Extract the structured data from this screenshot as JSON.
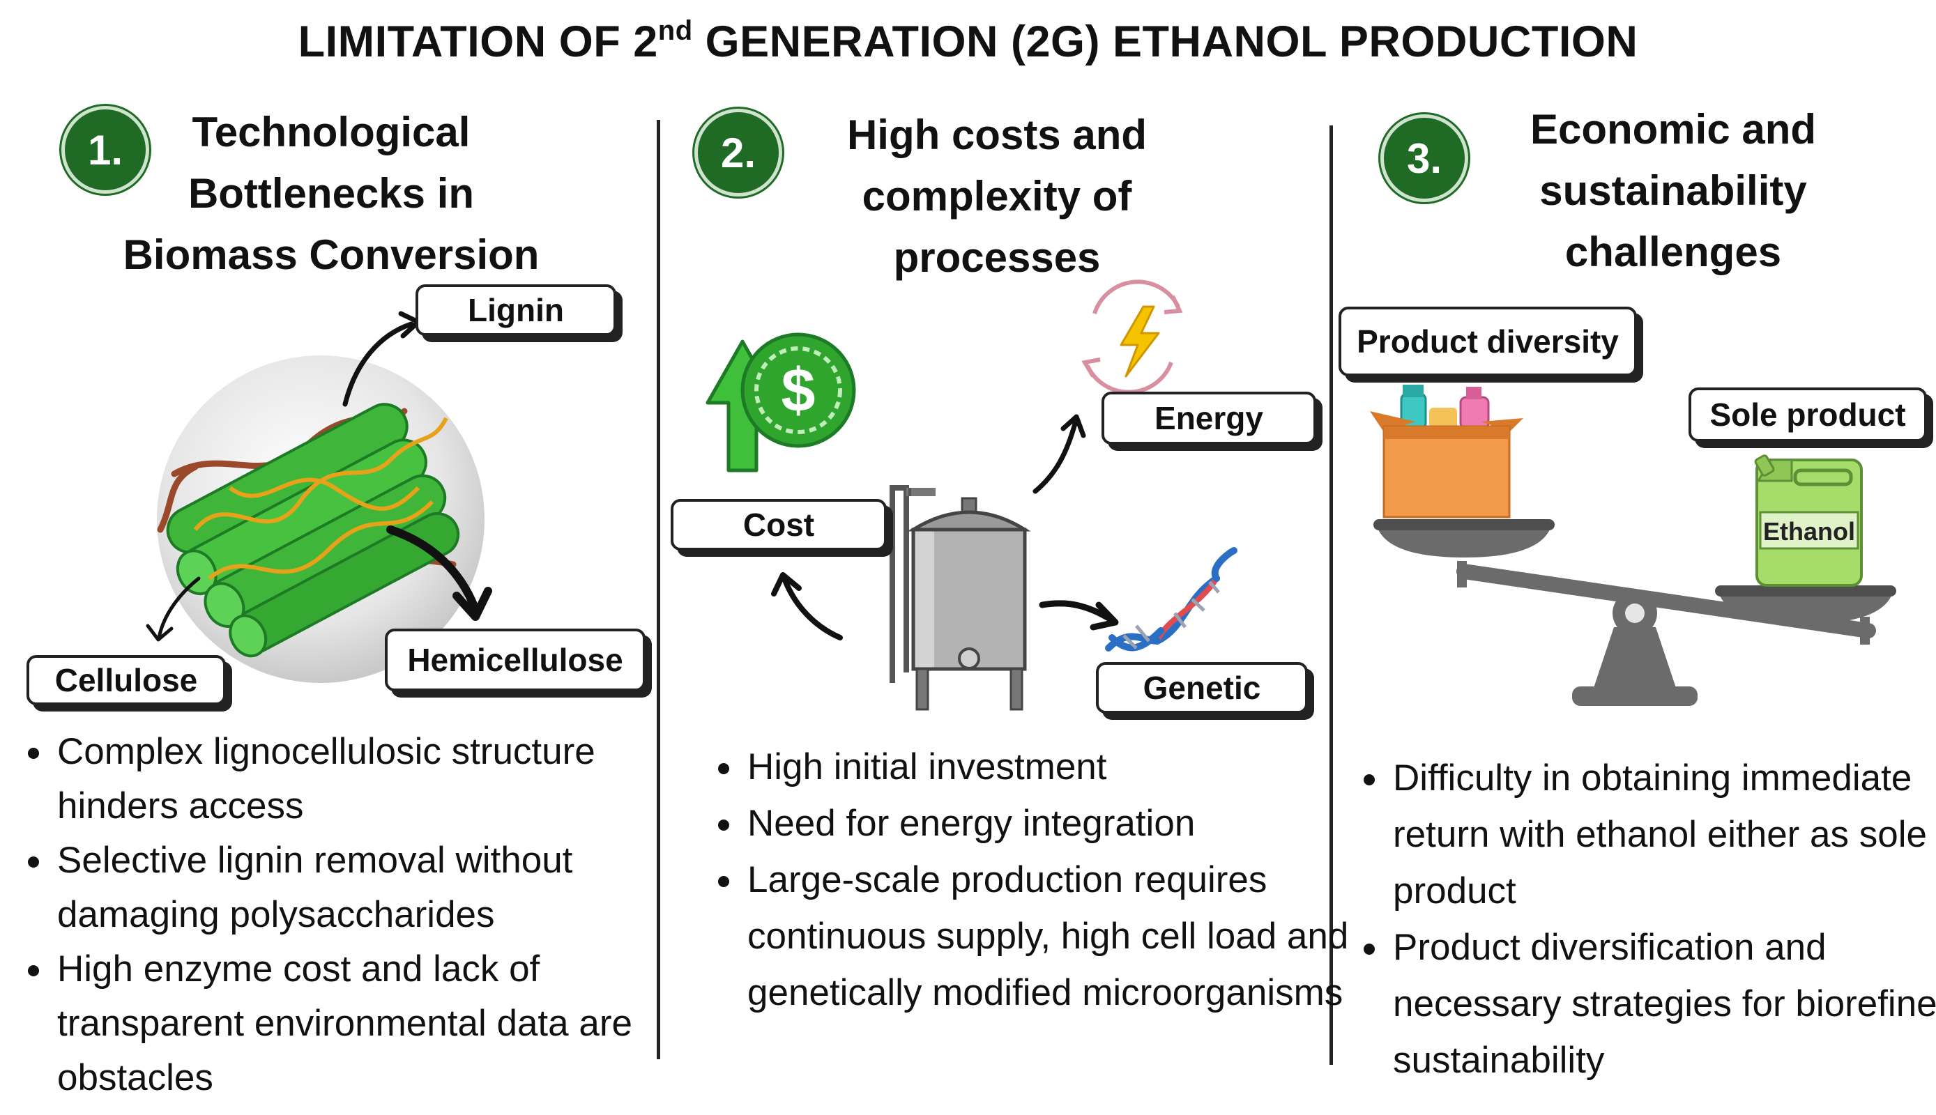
{
  "title": {
    "prefix": "LIMITATION OF 2",
    "sup": "nd",
    "suffix": " GENERATION (2G) ETHANOL PRODUCTION"
  },
  "col1": {
    "number": "1.",
    "title_lines": [
      "Technological",
      "Bottlenecks in",
      "Biomass Conversion"
    ],
    "labels": {
      "lignin": "Lignin",
      "hemicellulose": "Hemicellulose",
      "cellulose": "Cellulose"
    },
    "bullets": [
      "Complex lignocellulosic structure hinders access",
      "Selective lignin removal without damaging polysaccharides",
      "High enzyme cost and lack of transparent environmental data are obstacles"
    ]
  },
  "col2": {
    "number": "2.",
    "title_lines": [
      "High costs and",
      "complexity of",
      "processes"
    ],
    "labels": {
      "cost": "Cost",
      "energy": "Energy",
      "genetic": "Genetic"
    },
    "bullets": [
      "High initial investment",
      "Need for energy integration",
      "Large-scale production requires continuous supply, high cell load and genetically modified microorganisms"
    ]
  },
  "col3": {
    "number": "3.",
    "title_lines": [
      "Economic and",
      "sustainability",
      "challenges"
    ],
    "labels": {
      "product_diversity": "Product diversity",
      "sole_product": "Sole product",
      "ethanol": "Ethanol"
    },
    "bullets": [
      "Difficulty in obtaining immediate return with ethanol either as sole product",
      "Product diversification and necessary strategies for biorefinery sustainability"
    ]
  },
  "colors": {
    "badge": "#1f6b25",
    "fiber": "#3fb53a",
    "fiber_dark": "#1d7a25",
    "lignin": "#9a4a2a",
    "hemi": "#e8a21a",
    "box": "#f39a4a",
    "jerrycan": "#a6dc6a",
    "scale": "#6b6b6b",
    "energy": "#f5c400",
    "dna": "#2b6fc4"
  },
  "icons": [
    "dollar-up-icon",
    "energy-cycle-icon",
    "dna-icon",
    "tank-icon",
    "scale-icon",
    "box-icon",
    "jerrycan-icon"
  ]
}
